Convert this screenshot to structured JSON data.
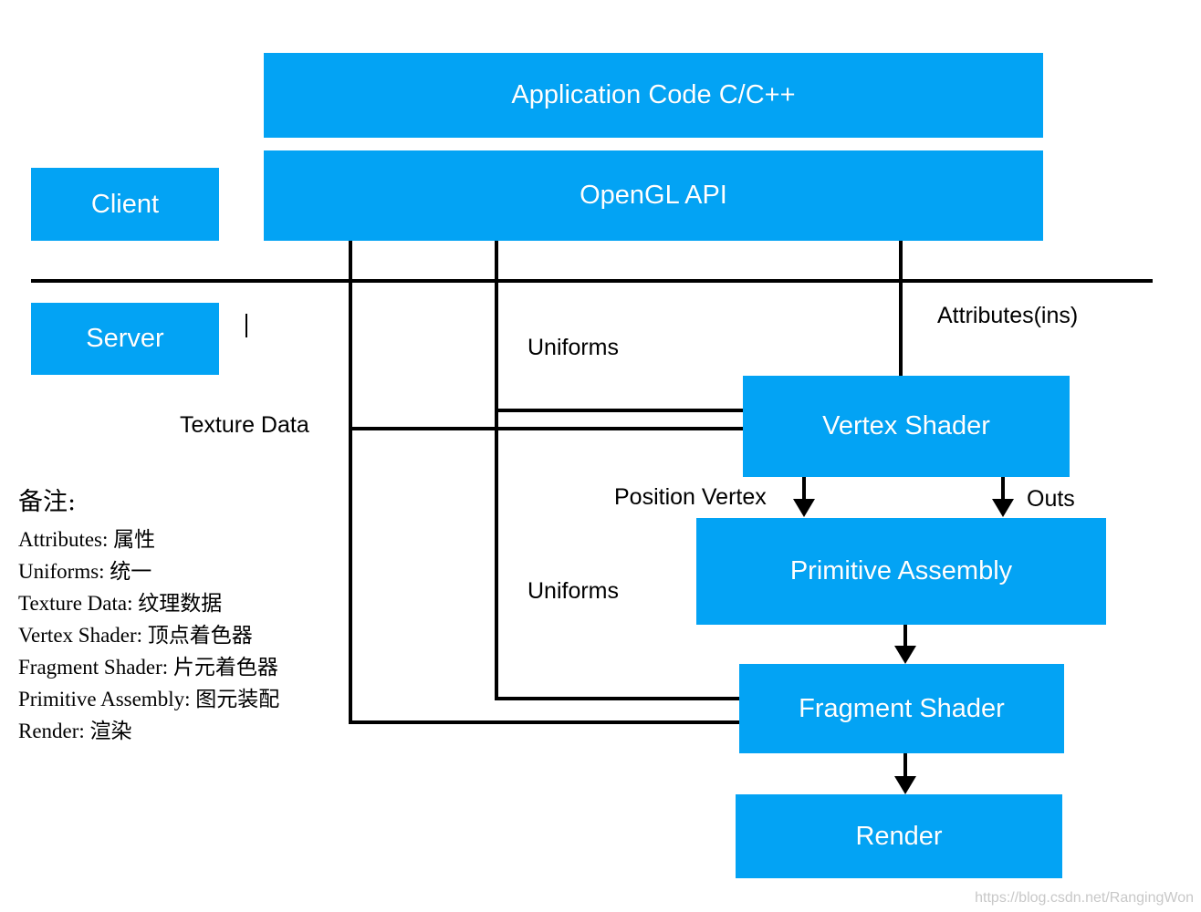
{
  "boxes": {
    "application_code": "Application Code C/C++",
    "opengl_api": "OpenGL API",
    "client": "Client",
    "server": "Server",
    "vertex_shader": "Vertex Shader",
    "primitive_assembly": "Primitive Assembly",
    "fragment_shader": "Fragment Shader",
    "render": "Render"
  },
  "edge_labels": {
    "attributes": "Attributes(ins)",
    "uniforms_top": "Uniforms",
    "uniforms_bottom": "Uniforms",
    "texture_data": "Texture Data",
    "position_vertex": "Position Vertex",
    "outs": "Outs"
  },
  "notes": {
    "title": "备注:",
    "rows": [
      "Attributes: 属性",
      "Uniforms: 统一",
      "Texture Data: 纹理数据",
      "Vertex Shader: 顶点着色器",
      "Fragment Shader: 片元着色器",
      "Primitive Assembly: 图元装配",
      "Render: 渲染"
    ]
  },
  "watermark": "https://blog.csdn.net/RangingWon",
  "colors": {
    "box_fill": "#03a3f4",
    "box_text": "#ffffff",
    "line": "#000000"
  }
}
